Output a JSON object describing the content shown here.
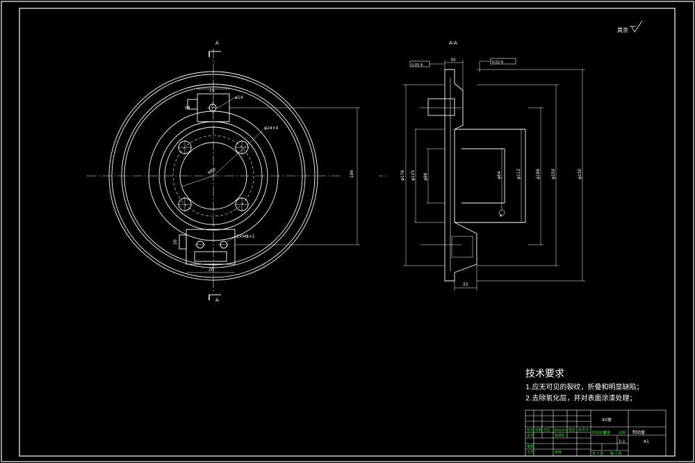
{
  "drawing": {
    "roughness_note": "其余",
    "section_label_top": "A",
    "section_label_bottom": "A",
    "section_view_title": "A-A",
    "dims": {
      "dim_19": "19",
      "dim_08": "08",
      "phi14": "φ14",
      "phi_big": "φ24×4",
      "phi_inner": "φ88",
      "dim_186": "186",
      "note_bottom": "2×M8×1",
      "dim_20": "20",
      "dim_20b": "20",
      "gtol_flat": "0.05 A",
      "gtol_runout": "0.02 A",
      "sec_w": "30",
      "phi150": "φ150",
      "phi_left1": "φ176",
      "phi_left2": "φ125",
      "phi_left3": "φ88",
      "phi_r1": "φ64",
      "phi_r2": "φ112",
      "phi_r3": "φ186",
      "phi_r4": "φ230",
      "datum": "A",
      "bot_dim": "25"
    }
  },
  "tech_req": {
    "title": "技术要求",
    "line1": "1.应无可见的裂纹，折叠和明显缺陷；",
    "line2": "2.去除氧化层，并对表面涂漆处理；"
  },
  "title_block": {
    "material": "45钢",
    "part_name": "制动盘",
    "scale": "1:1",
    "sheet": "A1",
    "design": "设计",
    "check": "审核",
    "approve": "批准",
    "craft": "工艺",
    "std": "标准化",
    "mark": "标记",
    "count": "处数",
    "zone": "分区",
    "doc_no": "更改文件号",
    "sign": "签名",
    "date": "年月日",
    "stage_mark": "阶段标记",
    "weight": "重量",
    "ratio": "比例",
    "total": "共 1 张",
    "page": "第 1 张"
  }
}
